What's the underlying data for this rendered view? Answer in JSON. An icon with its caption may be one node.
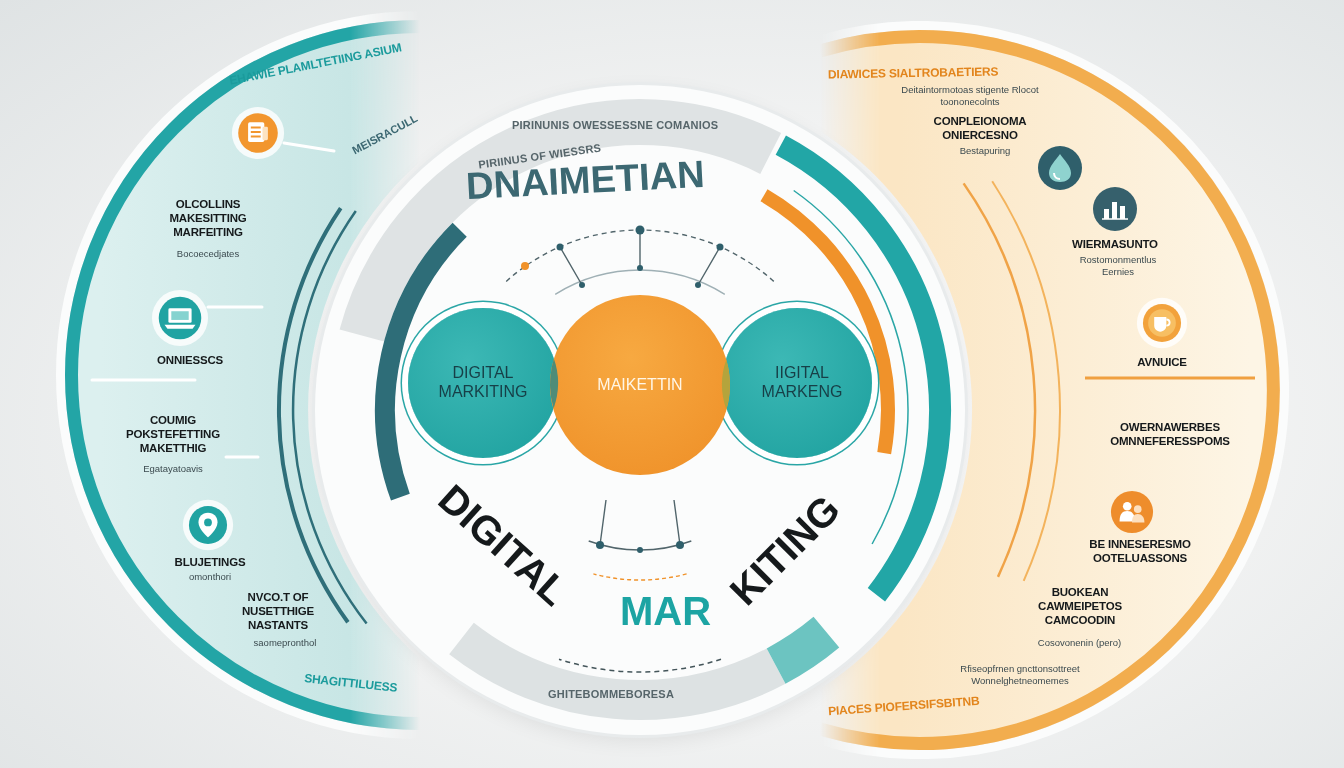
{
  "diagram": {
    "nodes": [
      {
        "text": [
          "EHAWIE PLAMLTETIING ASIUM",
          "MEISRACULL",
          "OLCOLLINS MAKESITTING MARFEITING",
          "Bocoecedjates",
          "ONNIESSCS",
          "COUMIG POKSTEFETTING MAKETTHIG",
          "Egatayatoavis",
          "BLUJETINGS",
          "omonthori",
          "NVCO.T OF NUSETTHIGE NASTANTS",
          "saomepronthol",
          "SHAGITTILUESS"
        ]
      },
      {
        "text": [
          "PIRINUNIS OWESSESSNE COMANIOS",
          "PIRIINUS OF WIESSRS",
          "DNAIMETIAN",
          "DIGITAL",
          "MAR",
          "KITING",
          "GHITEBOMMEBORESA"
        ]
      },
      {
        "text": [
          "DIGITAL MARKITING"
        ],
        "in": 1
      },
      {
        "text": [
          "MAIKETTIN"
        ],
        "in": 1
      },
      {
        "text": [
          "IIGITAL MARKENG"
        ],
        "in": 1
      },
      {
        "text": [
          "DIAWICES SIALTROBAETIERS",
          "Deitaintormotoas stigente Rlocot toononecolnts",
          "CONPLEIONOMA ONIERCESNO",
          "Bestapuring",
          "WIERMASUNTO",
          "Rostomonmentlus Eernies",
          "AVNUICE",
          "OWERNAWERBES OMNNEFERESSPOMS",
          "BE INNESERESMO OOTELUASSONS",
          "BUOKEAN CAWMEIPETOS CAMCOODIN",
          "Cosovonenin (pero)",
          "Rfiseopfrnen gncttonsottreet Wonnelghetneomemes",
          "PIACES PIOFERSIFSBITNB"
        ]
      }
    ]
  }
}
